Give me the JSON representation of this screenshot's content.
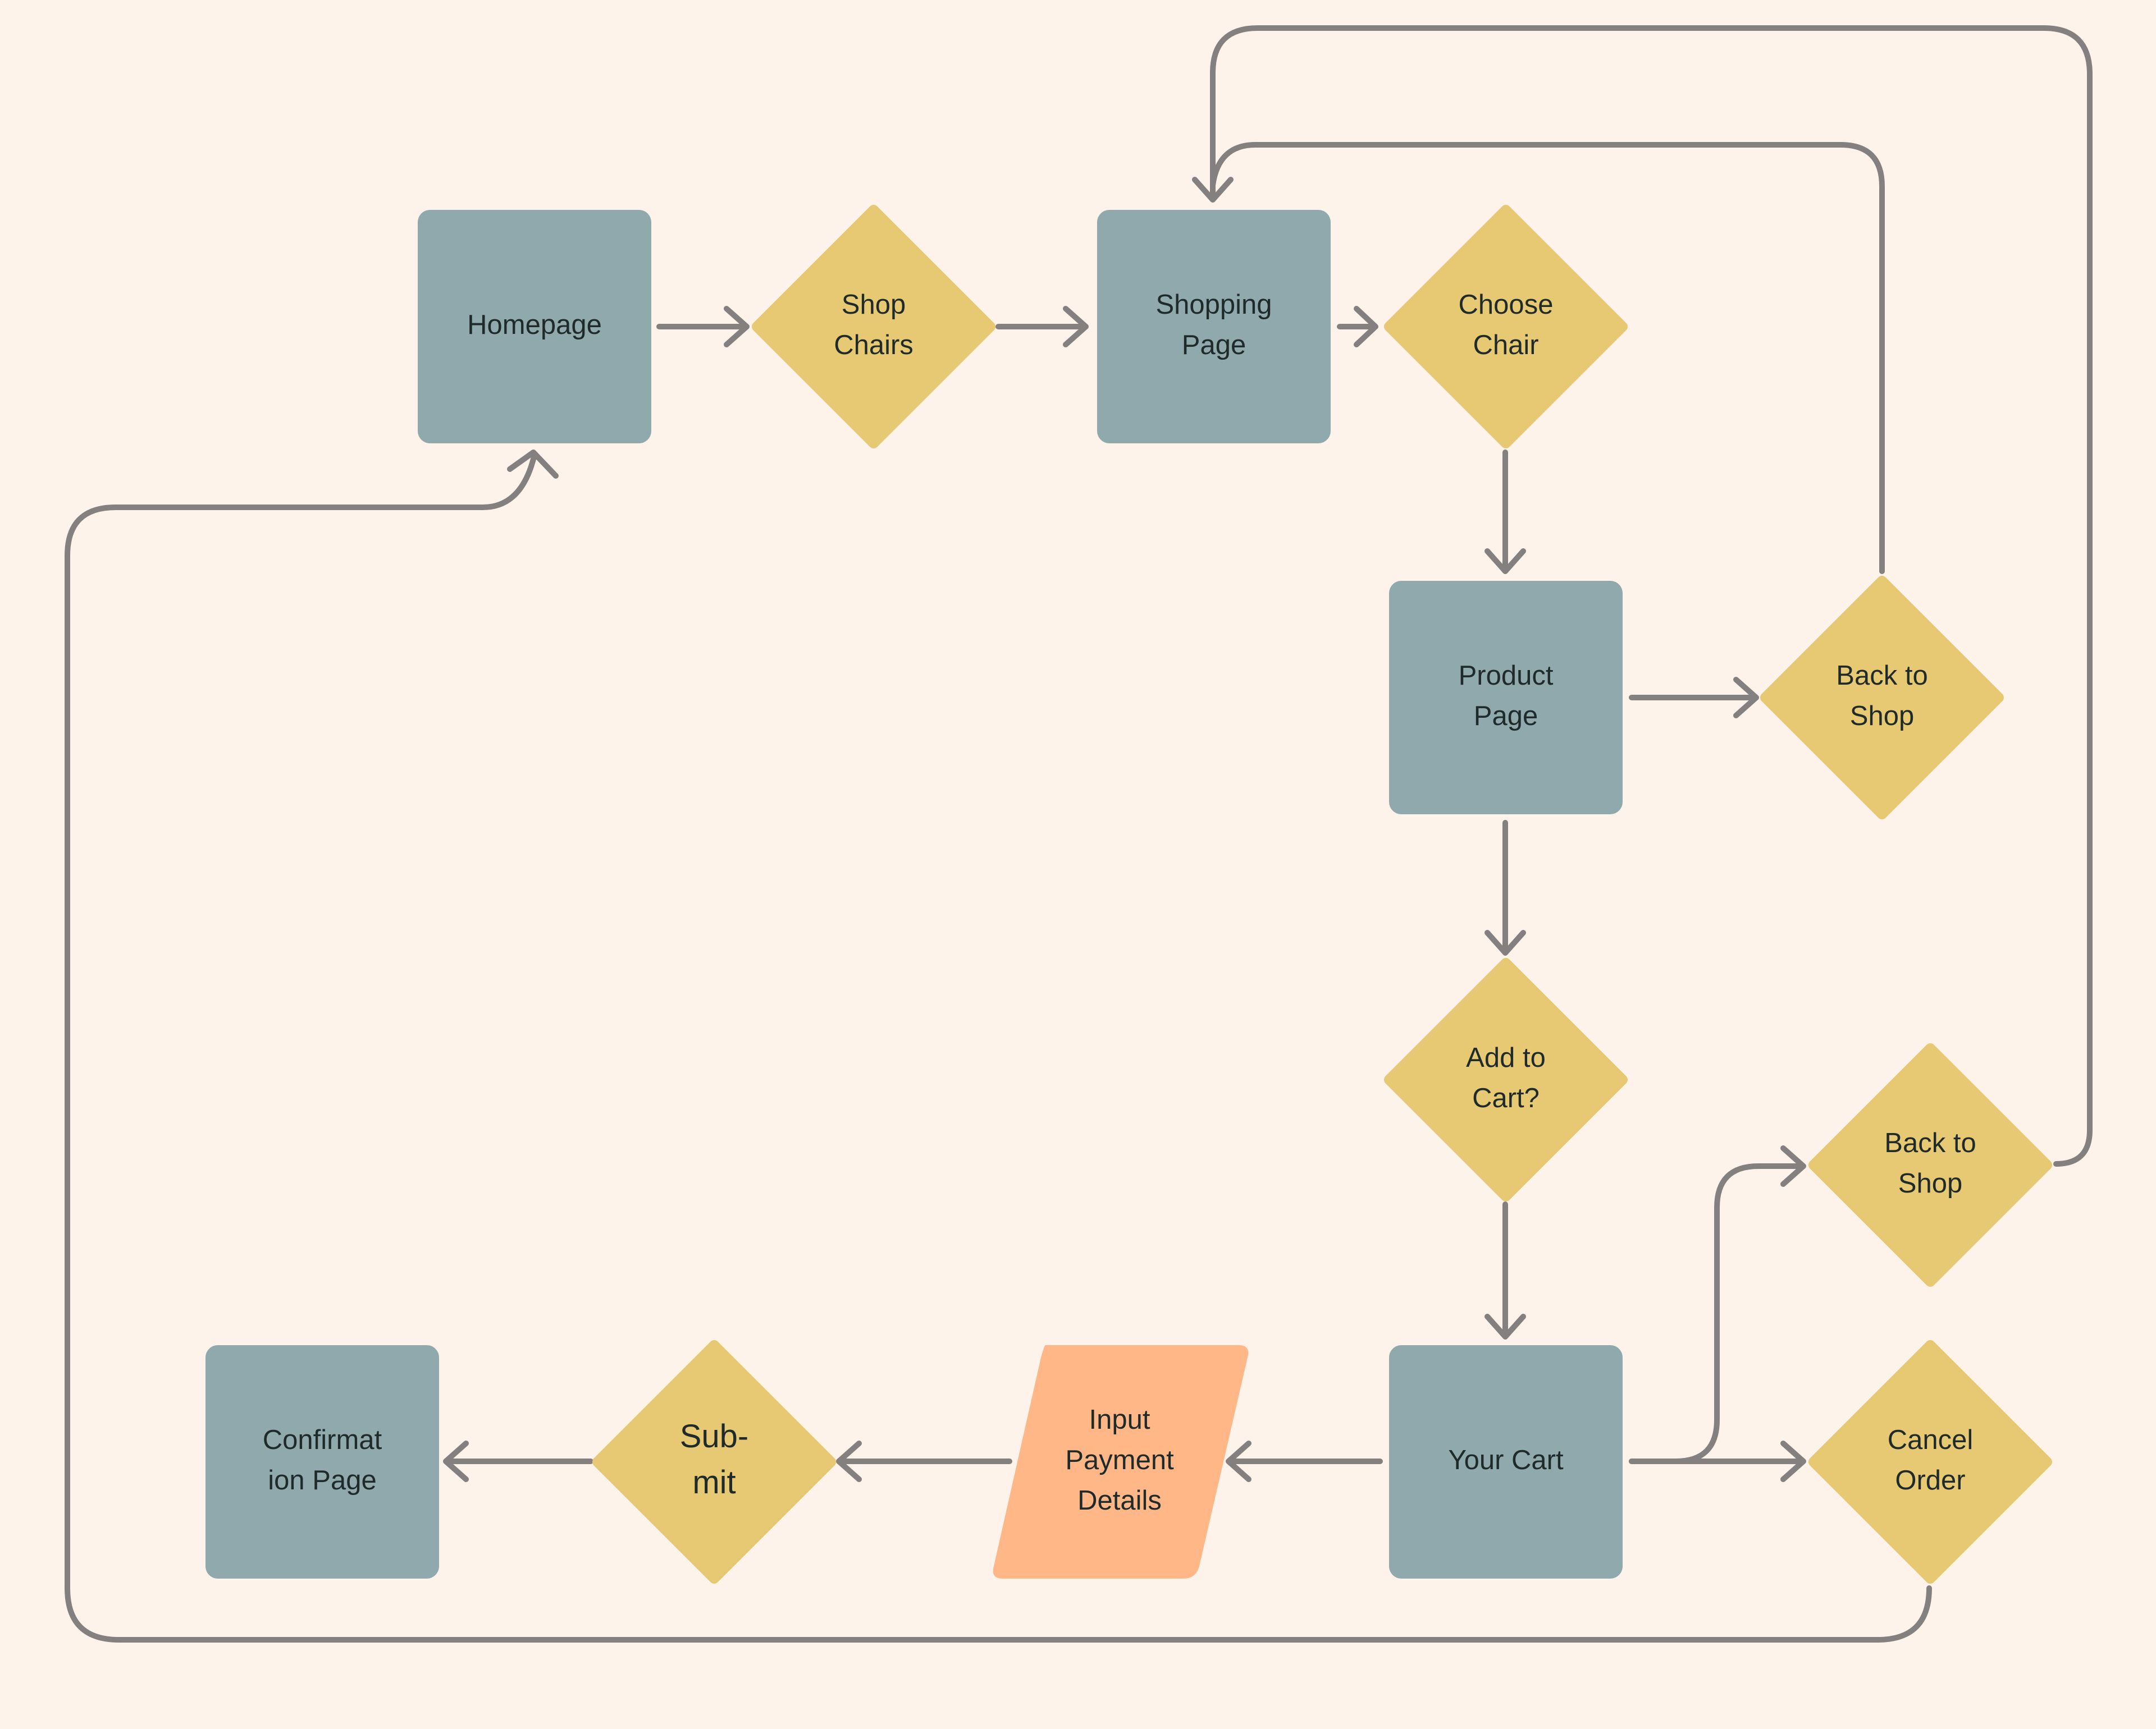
{
  "colors": {
    "background": "#fdf3ea",
    "page_node": "#8fa9ac",
    "decision_node": "#e6c972",
    "io_node": "#ffb787",
    "connector": "#858080",
    "text": "#1f2a2a"
  },
  "nodes": {
    "homepage": {
      "lines": [
        "Homepage"
      ]
    },
    "shop_chairs": {
      "lines": [
        "Shop",
        "Chairs"
      ]
    },
    "shopping_page": {
      "lines": [
        "Shopping",
        "Page"
      ]
    },
    "choose_chair": {
      "lines": [
        "Choose",
        "Chair"
      ]
    },
    "product_page": {
      "lines": [
        "Product",
        "Page"
      ]
    },
    "back_to_shop_1": {
      "lines": [
        "Back to",
        "Shop"
      ]
    },
    "add_to_cart": {
      "lines": [
        "Add to",
        "Cart?"
      ]
    },
    "back_to_shop_2": {
      "lines": [
        "Back to",
        "Shop"
      ]
    },
    "your_cart": {
      "lines": [
        "Your Cart"
      ]
    },
    "cancel_order": {
      "lines": [
        "Cancel",
        "Order"
      ]
    },
    "input_payment": {
      "lines": [
        "Input",
        "Payment",
        "Details"
      ]
    },
    "submit": {
      "lines": [
        "Sub-",
        "mit"
      ]
    },
    "confirmation_page": {
      "lines": [
        "Confirmat",
        "ion Page"
      ]
    }
  }
}
